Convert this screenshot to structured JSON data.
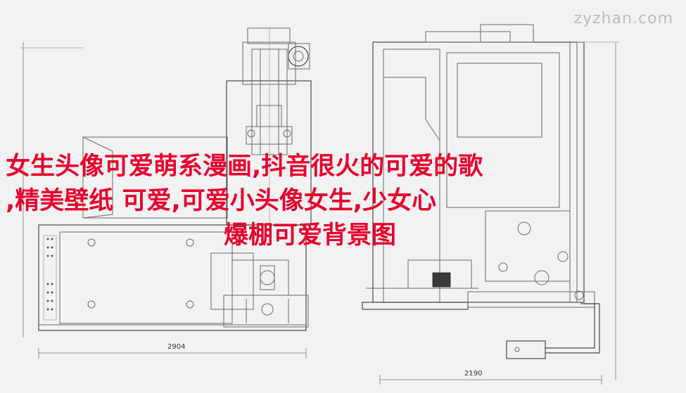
{
  "watermark": "zyzhan.com",
  "headline": {
    "line1": "女生头像可爱萌系漫画,抖音很火的可爱的歌",
    "line2": ",精美壁纸 可爱,可爱小头像女生,少女心",
    "line3": "爆棚可爱背景图"
  },
  "dimensions": {
    "left_width": "2904",
    "right_width": "2190"
  }
}
